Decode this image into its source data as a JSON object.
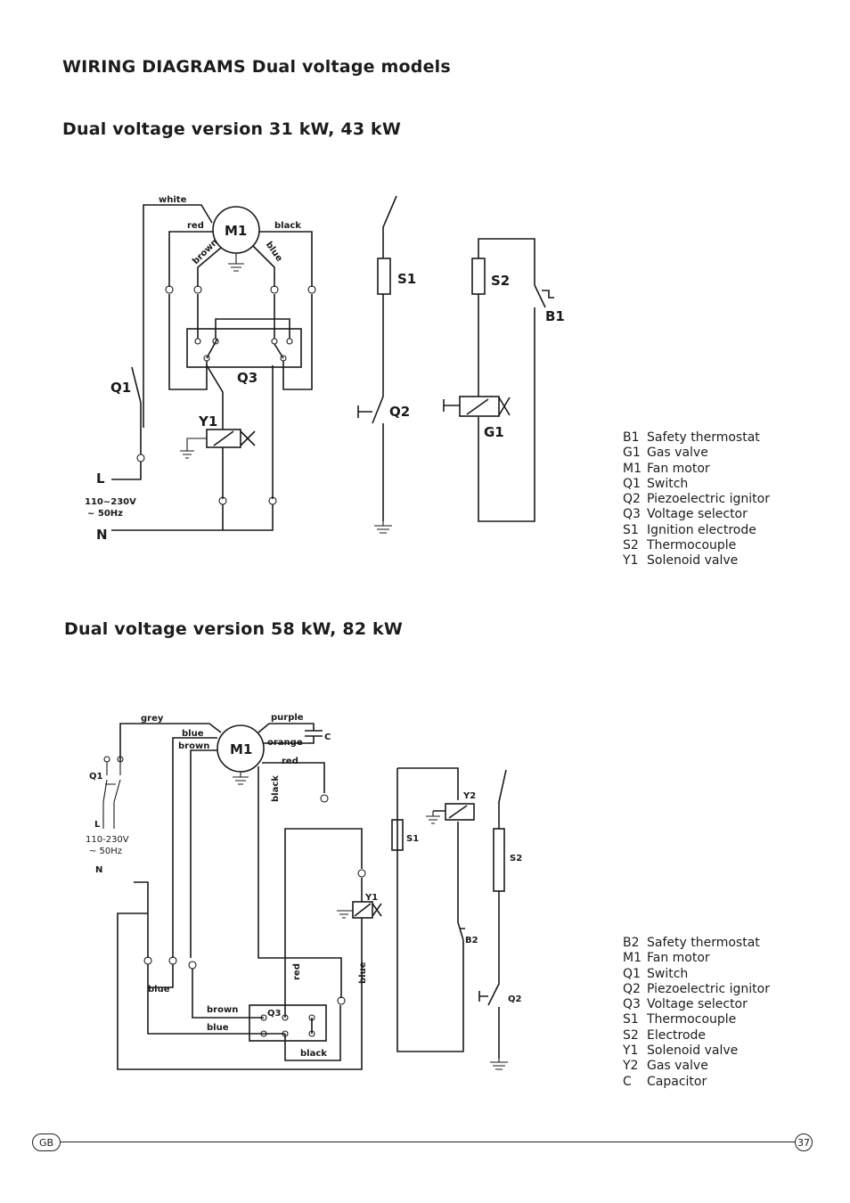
{
  "page": {
    "title": "WIRING DIAGRAMS Dual voltage models",
    "lang_badge": "GB",
    "page_number": "37"
  },
  "section1": {
    "title": "Dual voltage version 31 kW, 43 kW",
    "diagram": {
      "wire_white": "white",
      "wire_red": "red",
      "wire_black": "black",
      "wire_brown": "brown",
      "wire_blue": "blue",
      "m1": "M1",
      "s1": "S1",
      "s2": "S2",
      "b1": "B1",
      "q1": "Q1",
      "q2": "Q2",
      "q3": "Q3",
      "y1": "Y1",
      "g1": "G1",
      "l": "L",
      "n": "N",
      "voltage": "110~230V",
      "freq": "~ 50Hz"
    },
    "legend": [
      {
        "code": "B1",
        "text": "Safety thermostat"
      },
      {
        "code": "G1",
        "text": "Gas valve"
      },
      {
        "code": "M1",
        "text": "Fan motor"
      },
      {
        "code": "Q1",
        "text": "Switch"
      },
      {
        "code": "Q2",
        "text": "Piezoelectric ignitor"
      },
      {
        "code": "Q3",
        "text": "Voltage selector"
      },
      {
        "code": "S1",
        "text": "Ignition electrode"
      },
      {
        "code": "S2",
        "text": "Thermocouple"
      },
      {
        "code": "Y1",
        "text": "Solenoid valve"
      }
    ]
  },
  "section2": {
    "title": "Dual voltage version 58 kW, 82 kW",
    "diagram": {
      "wire_grey": "grey",
      "wire_purple": "purple",
      "wire_blue": "blue",
      "wire_brown": "brown",
      "wire_orange": "orange",
      "wire_red": "red",
      "wire_black": "black",
      "c": "C",
      "m1": "M1",
      "q1": "Q1",
      "q2": "Q2",
      "q3": "Q3",
      "y1": "Y1",
      "y2": "Y2",
      "s1": "S1",
      "s2": "S2",
      "b2": "B2",
      "l": "L",
      "n": "N",
      "voltage": "110-230V",
      "freq": "~ 50Hz"
    },
    "legend": [
      {
        "code": "B2",
        "text": "Safety thermostat"
      },
      {
        "code": "M1",
        "text": "Fan motor"
      },
      {
        "code": "Q1",
        "text": "Switch"
      },
      {
        "code": "Q2",
        "text": "Piezoelectric ignitor"
      },
      {
        "code": "Q3",
        "text": "Voltage selector"
      },
      {
        "code": "S1",
        "text": "Thermocouple"
      },
      {
        "code": "S2",
        "text": "Electrode"
      },
      {
        "code": "Y1",
        "text": "Solenoid valve"
      },
      {
        "code": "Y2",
        "text": "Gas valve"
      },
      {
        "code": "C",
        "text": "Capacitor"
      }
    ]
  }
}
